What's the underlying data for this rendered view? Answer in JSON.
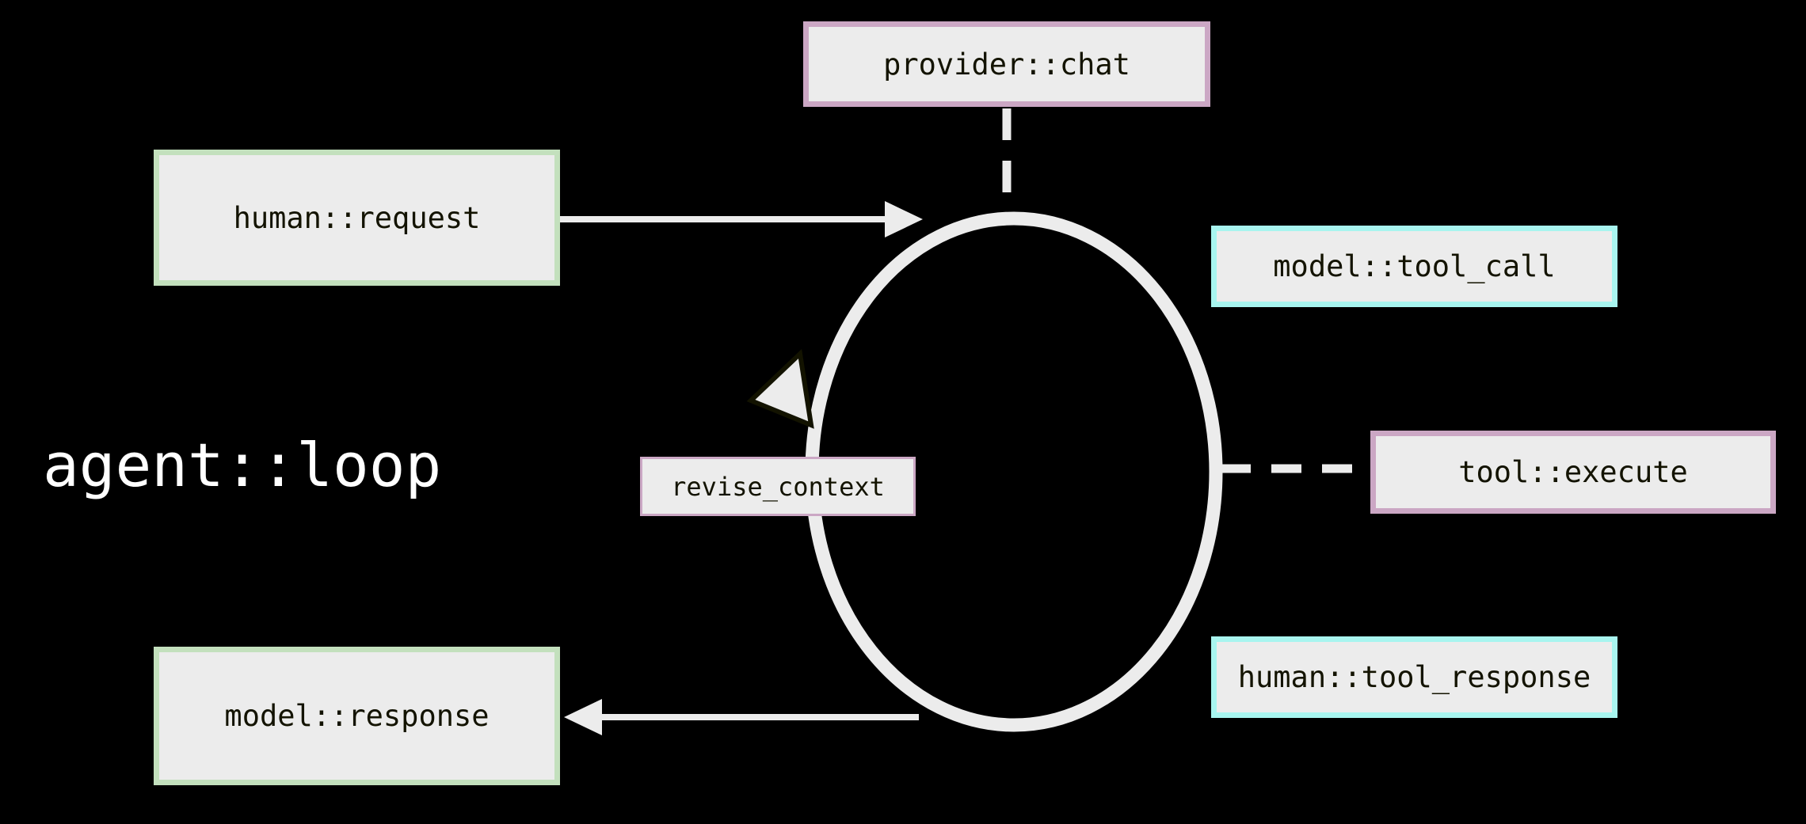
{
  "diagram": {
    "title": "agent::loop",
    "background_color": "#000000",
    "node_fill_color": "#ececec",
    "node_text_color": "#131300",
    "edge_color": "#ececec",
    "title_color": "#ffffff",
    "accent_green": "#c3e0bd",
    "accent_cyan": "#a8f5ef",
    "accent_mauve": "#cba7c4"
  },
  "nodes": [
    {
      "id": "provider-chat",
      "label": "provider::chat",
      "accent": "mauve"
    },
    {
      "id": "human-request",
      "label": "human::request",
      "accent": "green"
    },
    {
      "id": "model-tool-call",
      "label": "model::tool_call",
      "accent": "cyan"
    },
    {
      "id": "tool-execute",
      "label": "tool::execute",
      "accent": "mauve"
    },
    {
      "id": "revise-context",
      "label": "revise_context",
      "accent": "mauve"
    },
    {
      "id": "model-response",
      "label": "model::response",
      "accent": "green"
    },
    {
      "id": "human-tool-response",
      "label": "human::tool_response",
      "accent": "cyan"
    }
  ],
  "edges": [
    {
      "id": "request-to-loop",
      "from": "human::request",
      "to": "agent::loop",
      "style": "solid",
      "arrow": "end"
    },
    {
      "id": "loop-to-response",
      "from": "agent::loop",
      "to": "model::response",
      "style": "solid",
      "arrow": "end"
    },
    {
      "id": "chat-to-loop",
      "from": "provider::chat",
      "to": "agent::loop",
      "style": "dashed",
      "arrow": "none"
    },
    {
      "id": "loop-to-tool-execute",
      "from": "agent::loop",
      "to": "tool::execute",
      "style": "dashed",
      "arrow": "none"
    },
    {
      "id": "loop-cycle",
      "from": "agent::loop",
      "to": "agent::loop",
      "style": "solid",
      "arrow": "counterclockwise"
    }
  ]
}
